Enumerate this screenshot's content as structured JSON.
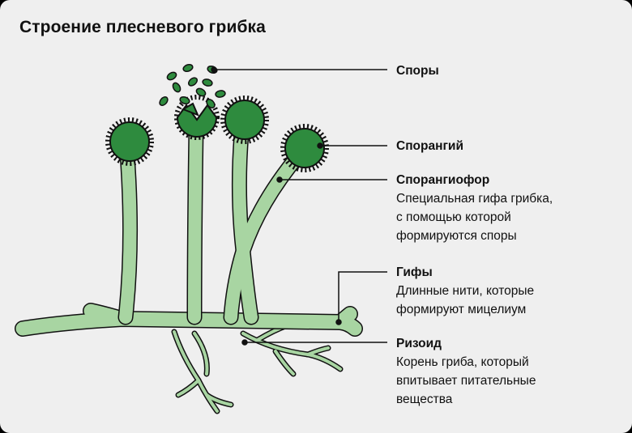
{
  "title": "Строение плесневого грибка",
  "colors": {
    "background": "#efefef",
    "hypha_fill": "#a8d5a2",
    "sporangium_fill": "#2e8b3e",
    "outline": "#111111"
  },
  "labels": {
    "spores": {
      "title": "Споры"
    },
    "sporangium": {
      "title": "Спорангий"
    },
    "sporangiophore": {
      "title": "Спорангиофор",
      "desc": [
        "Специальная гифа грибка,",
        "с помощью которой",
        "формируются споры"
      ]
    },
    "hyphae": {
      "title": "Гифы",
      "desc": [
        "Длинные нити, которые",
        "формируют мицелиум"
      ]
    },
    "rhizoid": {
      "title": "Ризоид",
      "desc": [
        "Корень гриба, который",
        "впитывает питательные",
        "вещества"
      ]
    }
  }
}
